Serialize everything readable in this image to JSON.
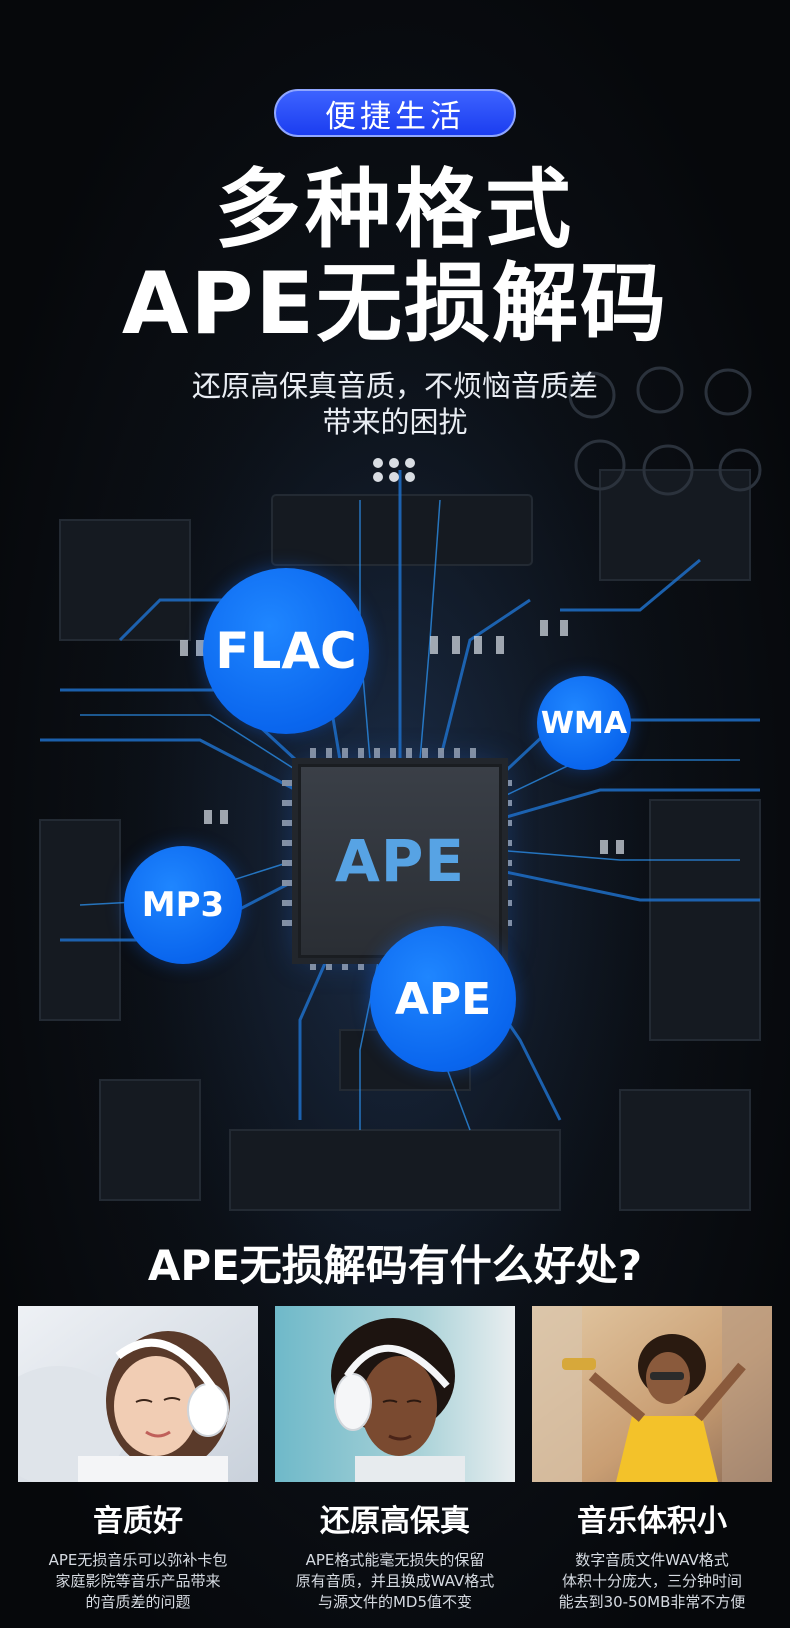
{
  "header": {
    "pill": "便捷生活",
    "headline_line1": "多种格式",
    "headline_line2": "APE无损解码",
    "subtitle_line1": "还原高保真音质，不烦恼音质差",
    "subtitle_line2": "带来的困扰"
  },
  "chip": {
    "label": "APE"
  },
  "formats": {
    "flac": "FLAC",
    "wma": "WMA",
    "mp3": "MP3",
    "ape": "APE"
  },
  "benefits": {
    "heading": "APE无损解码有什么好处?",
    "cards": [
      {
        "title": "音质好",
        "desc": [
          "APE无损音乐可以弥补卡包",
          "家庭影院等音乐产品带来",
          "的音质差的问题"
        ]
      },
      {
        "title": "还原高保真",
        "desc": [
          "APE格式能毫无损失的保留",
          "原有音质，并且换成WAV格式",
          "与源文件的MD5值不变"
        ]
      },
      {
        "title": "音乐体积小",
        "desc": [
          "数字音质文件WAV格式",
          "体积十分庞大，三分钟时间",
          "能去到30-50MB非常不方便"
        ]
      }
    ]
  },
  "colors": {
    "pill_blue": "#2a4cff",
    "bubble_blue": "#0a66ee",
    "chip_text": "#57a3e4",
    "background": "#07090c"
  }
}
